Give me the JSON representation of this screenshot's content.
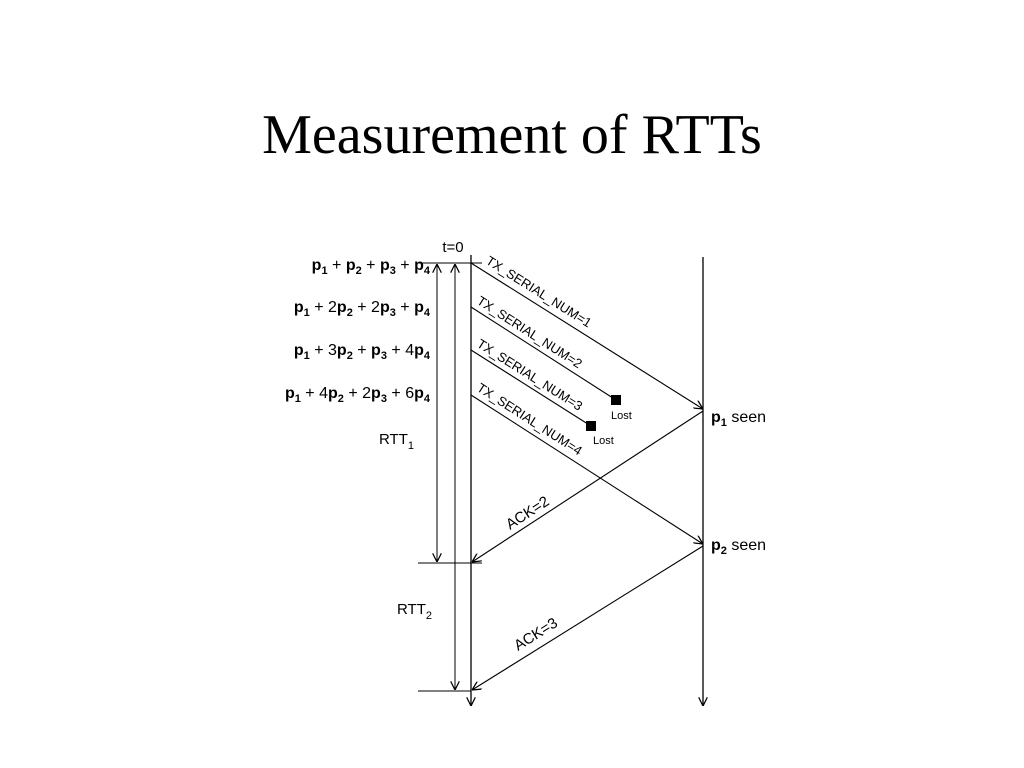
{
  "title": "Measurement of RTTs",
  "time_origin_label": "t=0",
  "equations": [
    {
      "terms": [
        {
          "coef": "",
          "sub": "1"
        },
        {
          "coef": "",
          "sub": "2"
        },
        {
          "coef": "",
          "sub": "3"
        },
        {
          "coef": "",
          "sub": "4"
        }
      ]
    },
    {
      "terms": [
        {
          "coef": "",
          "sub": "1"
        },
        {
          "coef": "2",
          "sub": "2"
        },
        {
          "coef": "2",
          "sub": "3"
        },
        {
          "coef": "",
          "sub": "4"
        }
      ]
    },
    {
      "terms": [
        {
          "coef": "",
          "sub": "1"
        },
        {
          "coef": "3",
          "sub": "2"
        },
        {
          "coef": "",
          "sub": "3"
        },
        {
          "coef": "4",
          "sub": "4"
        }
      ]
    },
    {
      "terms": [
        {
          "coef": "",
          "sub": "1"
        },
        {
          "coef": "4",
          "sub": "2"
        },
        {
          "coef": "2",
          "sub": "3"
        },
        {
          "coef": "6",
          "sub": "4"
        }
      ]
    }
  ],
  "equation_symbols": {
    "var": "p",
    "plus": "+"
  },
  "messages": [
    {
      "label": "TX_SERIAL_NUM=1",
      "lost": false
    },
    {
      "label": "TX_SERIAL_NUM=2",
      "lost": true,
      "lost_label": "Lost"
    },
    {
      "label": "TX_SERIAL_NUM=3",
      "lost": true,
      "lost_label": "Lost"
    },
    {
      "label": "TX_SERIAL_NUM=4",
      "lost": false
    }
  ],
  "acks": [
    {
      "label": "ACK=2"
    },
    {
      "label": "ACK=3"
    }
  ],
  "rtt_labels": [
    {
      "base": "RTT",
      "sub": "1"
    },
    {
      "base": "RTT",
      "sub": "2"
    }
  ],
  "seen_labels": [
    {
      "var": "p",
      "sub": "1",
      "text": "seen"
    },
    {
      "var": "p",
      "sub": "2",
      "text": "seen"
    }
  ],
  "colors": {
    "line": "#000000",
    "background": "#ffffff"
  }
}
